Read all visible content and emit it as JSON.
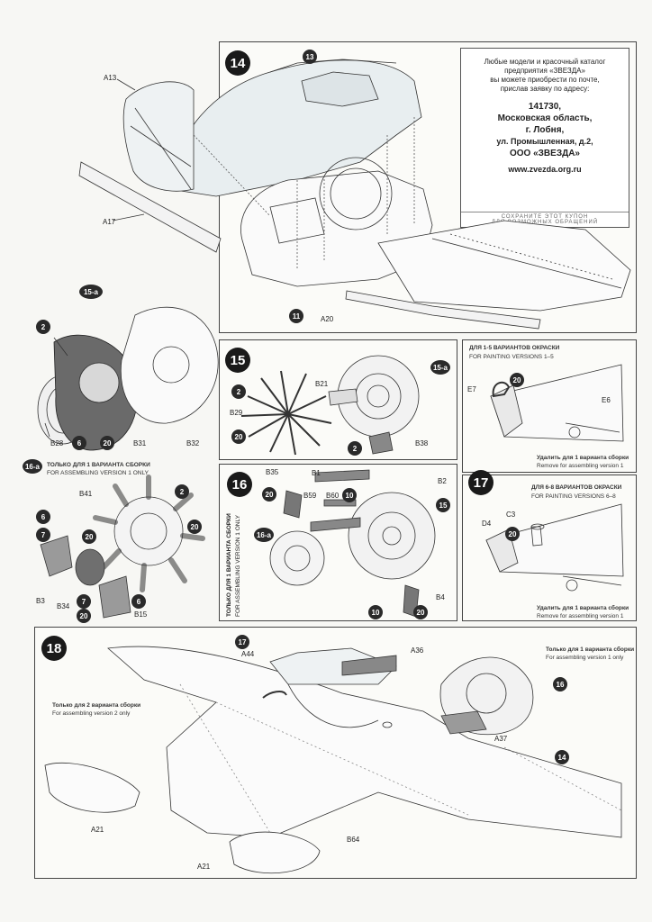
{
  "coupon": {
    "line1": "Любые модели и красочный каталог",
    "line2": "предприятия «ЗВЕЗДА»",
    "line3": "вы можете приобрести по почте,",
    "line4": "прислав заявку по адресу:",
    "zip": "141730,",
    "region": "Московская область,",
    "city": "г. Лобня,",
    "street": "ул. Промышленная, д.2,",
    "company": "ООО «ЗВЕЗДА»",
    "url": "www.zvezda.org.ru",
    "footer1": "СОХРАНИТЕ ЭТОТ КУПОН",
    "footer2": "ДЛЯ ВОЗМОЖНЫХ ОБРАЩЕНИЙ"
  },
  "steps": {
    "s14": "14",
    "s15": "15",
    "s16": "16",
    "s17": "17",
    "s18": "18",
    "s15a": "15-a",
    "s16a": "16-a"
  },
  "refs": {
    "r13": "13",
    "r11": "11",
    "r15": "15",
    "r15a": "15-a",
    "r16a": "16-a",
    "r17": "17",
    "r16": "16",
    "r14": "14",
    "c2": "2",
    "c6": "6",
    "c7": "7",
    "c10": "10",
    "c20": "20"
  },
  "parts": {
    "A13": "A13",
    "A17": "A17",
    "A20": "A20",
    "B28": "B28",
    "B31": "B31",
    "B32": "B32",
    "B21": "B21",
    "B29": "B29",
    "B38": "B38",
    "E7": "E7",
    "E6": "E6",
    "B41": "B41",
    "B3": "B3",
    "B34": "B34",
    "B15": "B15",
    "B35": "B35",
    "B1": "B1",
    "B2": "B2",
    "B59": "B59",
    "B60": "B60",
    "B4": "B4",
    "C3": "C3",
    "D4": "D4",
    "A44": "A44",
    "A36": "A36",
    "A37": "A37",
    "A21": "A21",
    "B64": "B64"
  },
  "notes": {
    "v15_ru": "ДЛЯ 1-5 ВАРИАНТОВ ОКРАСКИ",
    "v15_en": "FOR PAINTING VERSIONS 1–5",
    "v68_ru": "ДЛЯ 6-8 ВАРИАНТОВ ОКРАСКИ",
    "v68_en": "FOR PAINTING VERSIONS 6–8",
    "remove_ru": "Удалить для 1 варианта сборки",
    "remove_en": "Remove for assembling version 1",
    "only1_ru": "ТОЛЬКО ДЛЯ 1 ВАРИАНТА СБОРКИ",
    "only1_en": "FOR ASSEMBLING VERSION 1 ONLY",
    "only1b_ru": "Только для 1 варианта сборки",
    "only1b_en": "For assembling version 1 only",
    "only2_ru": "Только для 2 варианта сборки",
    "only2_en": "For assembling version 2 only"
  },
  "colors": {
    "ink": "#222222",
    "paper": "#fbfbf8",
    "engine_dark": "#555555",
    "engine_mid": "#8a8a8a"
  }
}
